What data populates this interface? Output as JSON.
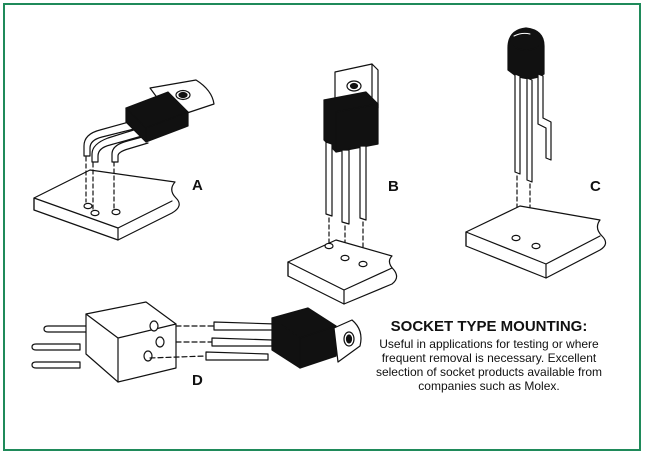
{
  "labels": {
    "a": "A",
    "b": "B",
    "c": "C",
    "d": "D"
  },
  "caption": {
    "title": "SOCKET TYPE MOUNTING:",
    "body": "Useful in applications for testing or where frequent removal is necessary.  Excellent selection of socket products available from companies such as Molex."
  },
  "colors": {
    "border": "#1f8a5a",
    "ink": "#111111"
  }
}
